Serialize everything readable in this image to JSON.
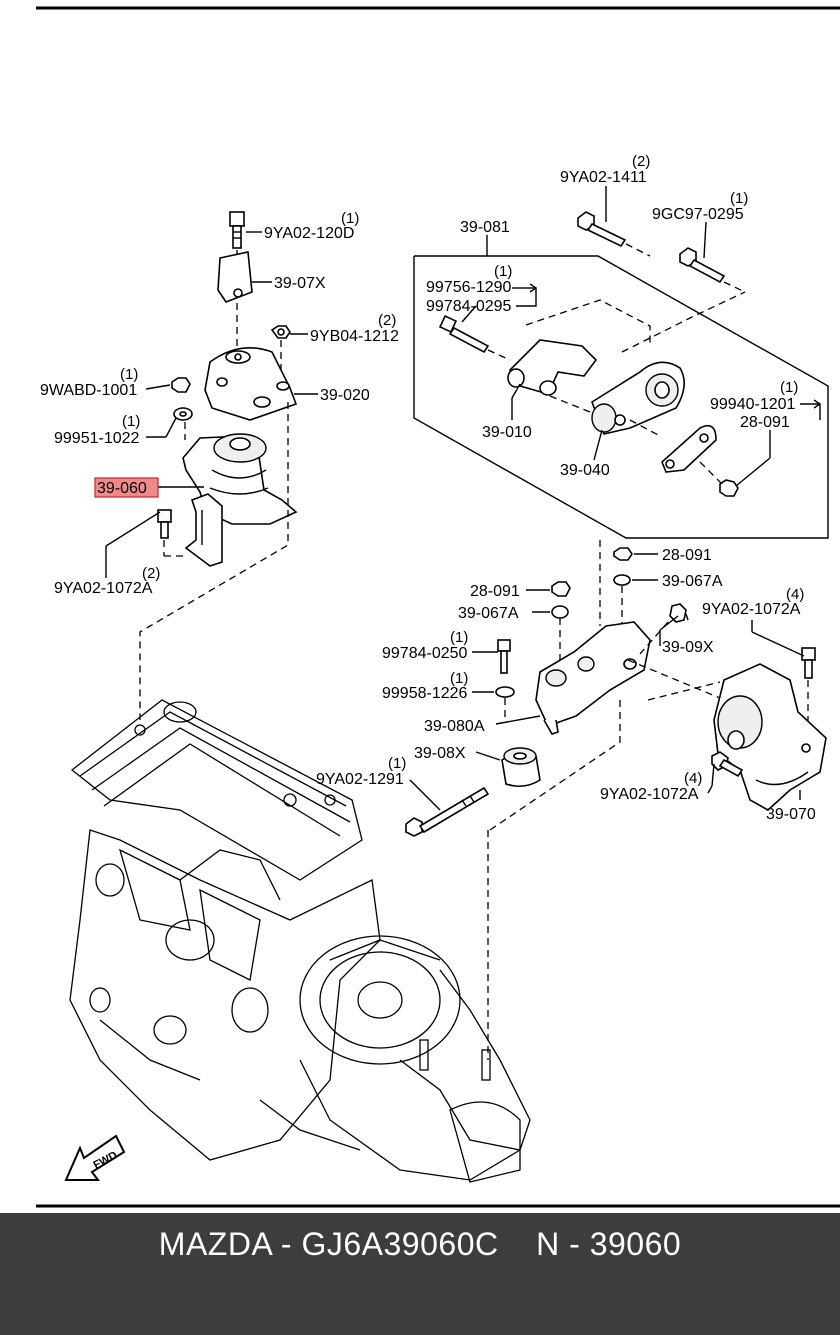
{
  "diagram": {
    "highlight_color": "#f08a8a",
    "callouts": [
      {
        "id": "9YA02-120D",
        "qty": "(1)"
      },
      {
        "id": "39-07X",
        "qty": ""
      },
      {
        "id": "9YB04-1212",
        "qty": "(2)"
      },
      {
        "id": "39-020",
        "qty": ""
      },
      {
        "id": "9WABD-1001",
        "qty": "(1)"
      },
      {
        "id": "99951-1022",
        "qty": "(1)"
      },
      {
        "id": "39-060",
        "qty": "",
        "highlighted": true
      },
      {
        "id": "9YA02-1072A",
        "qty": "(2)"
      },
      {
        "id": "9YA02-1411",
        "qty": "(2)"
      },
      {
        "id": "9GC97-0295",
        "qty": "(1)"
      },
      {
        "id": "39-081",
        "qty": ""
      },
      {
        "id": "99756-1290",
        "qty": "(1)"
      },
      {
        "id": "99784-0295",
        "qty": ""
      },
      {
        "id": "39-010",
        "qty": ""
      },
      {
        "id": "39-040",
        "qty": ""
      },
      {
        "id": "99940-1201",
        "qty": "(1)"
      },
      {
        "id": "28-091",
        "qty": ""
      },
      {
        "id": "28-091",
        "qty": ""
      },
      {
        "id": "39-067A",
        "qty": ""
      },
      {
        "id": "28-091",
        "qty": ""
      },
      {
        "id": "39-067A",
        "qty": ""
      },
      {
        "id": "9YA02-1072A",
        "qty": "(4)"
      },
      {
        "id": "39-09X",
        "qty": ""
      },
      {
        "id": "99784-0250",
        "qty": "(1)"
      },
      {
        "id": "99958-1226",
        "qty": "(1)"
      },
      {
        "id": "39-080A",
        "qty": ""
      },
      {
        "id": "39-08X",
        "qty": ""
      },
      {
        "id": "9YA02-1291",
        "qty": "(1)"
      },
      {
        "id": "9YA02-1072A",
        "qty": "(4)"
      },
      {
        "id": "39-070",
        "qty": ""
      }
    ],
    "fwd_label": "FWD"
  },
  "footer": {
    "text": "MAZDA - GJ6A39060C    N - 39060"
  }
}
